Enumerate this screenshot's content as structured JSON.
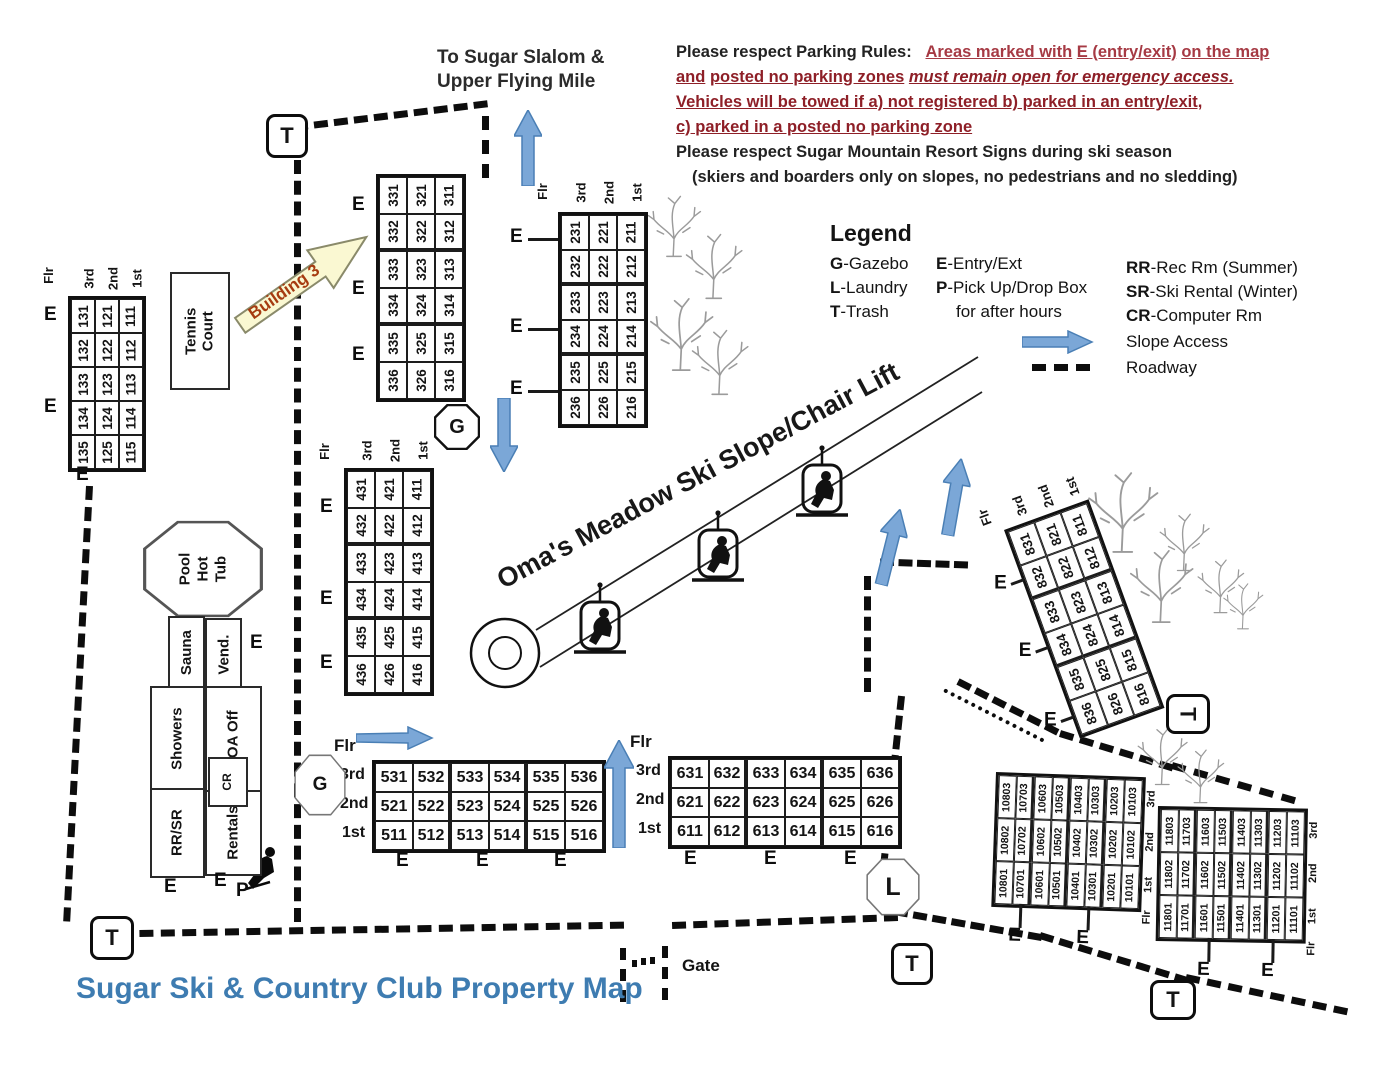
{
  "title": "Sugar Ski & Country Club Property Map",
  "colors": {
    "accent_blue": "#7ba7d7",
    "title_blue": "#3e7cb1",
    "rule_red_light": "#a63a44",
    "rule_red_dark": "#8e1f27",
    "building3_arrow_fill": "#faf8d2",
    "building3_arrow_text": "#a63b10"
  },
  "rules": {
    "r1a": "Please respect Parking Rules:",
    "r1b": "Areas marked with",
    "r1c": "E (entry/exit)",
    "r1d": "on the map",
    "r2a": "and",
    "r2b": "posted no parking zones",
    "r2c": "must remain open for emergency access.",
    "r3": "Vehicles will be towed if a) not registered b) parked in an entry/exit,",
    "r4": "c) parked in a posted no parking zone",
    "r5": "Please respect Sugar Mountain Resort Signs during ski season",
    "r6": "(skiers and boarders only on slopes, no pedestrians and no sledding)"
  },
  "legend": {
    "heading": "Legend",
    "items1": [
      {
        "k": "G",
        "v": "-Gazebo"
      },
      {
        "k": "L",
        "v": "-Laundry"
      },
      {
        "k": "T",
        "v": "-Trash"
      }
    ],
    "items2": [
      {
        "k": "E",
        "v": "-Entry/Ext"
      },
      {
        "k": "P",
        "v": "-Pick Up/Drop Box"
      }
    ],
    "items2_note": "for after hours",
    "items3": [
      {
        "k": "RR",
        "v": "-Rec Rm (Summer)"
      },
      {
        "k": "SR",
        "v": "-Ski Rental (Winter)"
      },
      {
        "k": "CR",
        "v": "-Computer Rm"
      }
    ],
    "slope_access": "Slope Access",
    "roadway": "Roadway"
  },
  "labels": {
    "to_sugar": "To Sugar Slalom &\nUpper Flying Mile",
    "building3_arrow": "Building 3",
    "slope": "Oma's Meadow Ski Slope/Chair Lift",
    "gate": "Gate",
    "flr": "Flr",
    "floors": [
      "3rd",
      "2nd",
      "1st"
    ],
    "tennis": "Tennis\nCourt",
    "pool": "Pool\nHot\nTub",
    "sauna": "Sauna",
    "vend": "Vend.",
    "showers": "Showers",
    "hoa": "HOA Off",
    "cr": "CR",
    "rrsr": "RR/SR",
    "rentals": "Rentals",
    "e": "E",
    "p": "P",
    "t": "T",
    "g": "G",
    "l": "L"
  },
  "buildings": {
    "b1": [
      [
        "131",
        "121",
        "111"
      ],
      [
        "132",
        "122",
        "112"
      ],
      [
        "133",
        "123",
        "113"
      ],
      [
        "134",
        "124",
        "114"
      ],
      [
        "135",
        "125",
        "115"
      ]
    ],
    "b2": [
      [
        "231",
        "221",
        "211"
      ],
      [
        "232",
        "222",
        "212"
      ],
      [
        "233",
        "223",
        "213"
      ],
      [
        "234",
        "224",
        "214"
      ],
      [
        "235",
        "225",
        "215"
      ],
      [
        "236",
        "226",
        "216"
      ]
    ],
    "b3": [
      [
        "331",
        "321",
        "311"
      ],
      [
        "332",
        "322",
        "312"
      ],
      [
        "333",
        "323",
        "313"
      ],
      [
        "334",
        "324",
        "314"
      ],
      [
        "335",
        "325",
        "315"
      ],
      [
        "336",
        "326",
        "316"
      ]
    ],
    "b4": [
      [
        "431",
        "421",
        "411"
      ],
      [
        "432",
        "422",
        "412"
      ],
      [
        "433",
        "423",
        "413"
      ],
      [
        "434",
        "424",
        "414"
      ],
      [
        "435",
        "425",
        "415"
      ],
      [
        "436",
        "426",
        "416"
      ]
    ],
    "b5": [
      [
        "531",
        "532",
        "533",
        "534",
        "535",
        "536"
      ],
      [
        "521",
        "522",
        "523",
        "524",
        "525",
        "526"
      ],
      [
        "511",
        "512",
        "513",
        "514",
        "515",
        "516"
      ]
    ],
    "b6": [
      [
        "631",
        "632",
        "633",
        "634",
        "635",
        "636"
      ],
      [
        "621",
        "622",
        "623",
        "624",
        "625",
        "626"
      ],
      [
        "611",
        "612",
        "613",
        "614",
        "615",
        "616"
      ]
    ],
    "b8": [
      [
        "831",
        "821",
        "811"
      ],
      [
        "832",
        "822",
        "812"
      ],
      [
        "833",
        "823",
        "813"
      ],
      [
        "834",
        "824",
        "814"
      ],
      [
        "835",
        "825",
        "815"
      ],
      [
        "836",
        "826",
        "816"
      ]
    ],
    "b10": [
      [
        "10803",
        "10703",
        "10603",
        "10503",
        "10403",
        "10303",
        "10203",
        "10103"
      ],
      [
        "10802",
        "10702",
        "10602",
        "10502",
        "10402",
        "10302",
        "10202",
        "10102"
      ],
      [
        "10801",
        "10701",
        "10601",
        "10501",
        "10401",
        "10301",
        "10201",
        "10101"
      ]
    ],
    "b11": [
      [
        "11803",
        "11703",
        "11603",
        "11503",
        "11403",
        "11303",
        "11203",
        "11103"
      ],
      [
        "11802",
        "11702",
        "11602",
        "11502",
        "11402",
        "11302",
        "11202",
        "11102"
      ],
      [
        "11801",
        "11701",
        "11601",
        "11501",
        "11401",
        "11301",
        "11201",
        "11101"
      ]
    ]
  }
}
